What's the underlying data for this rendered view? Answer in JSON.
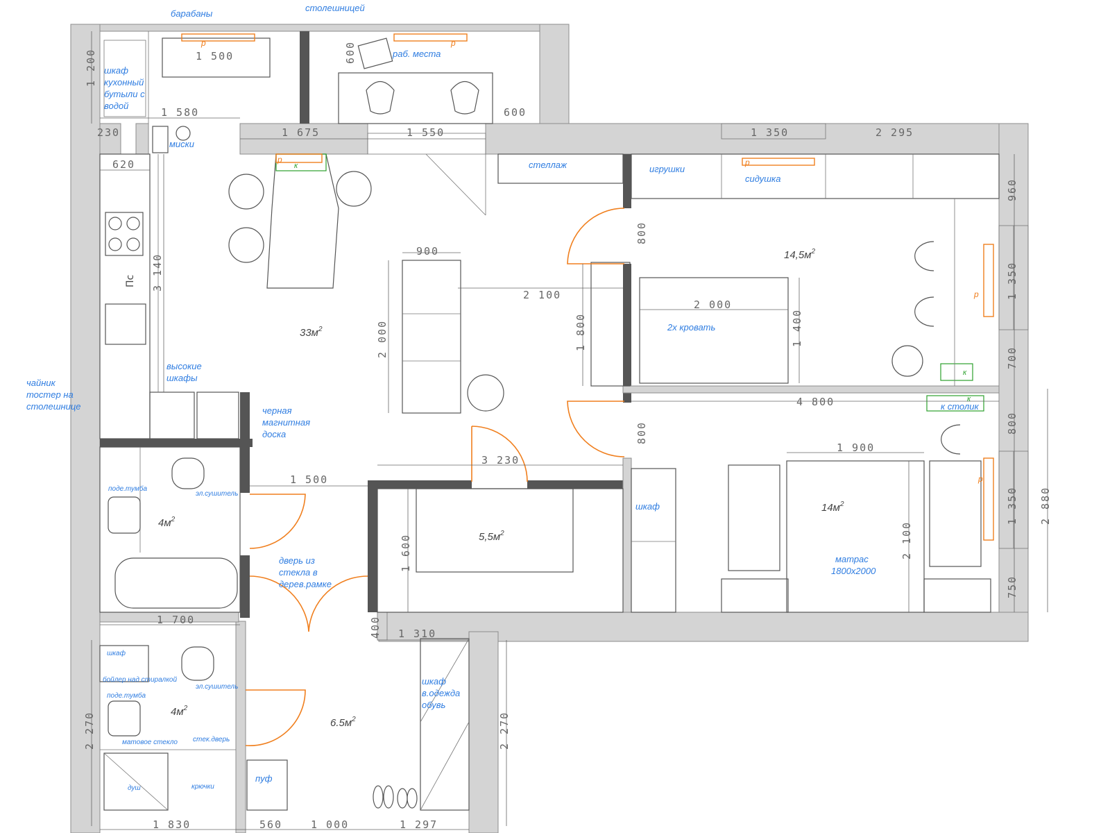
{
  "labels": {
    "drums": "барабаны",
    "countertop_top": "столешницей",
    "workplaces": "раб. места",
    "cabinet_kitchen": [
      "шкаф",
      "кухонный",
      "бутыли с",
      "водой"
    ],
    "bowls": "миски",
    "rack": "стеллаж",
    "toys": "игрушки",
    "seat": "сидушка",
    "tall_cabinets": [
      "высокие",
      "шкафы"
    ],
    "kettle": [
      "чайник",
      "тостер на",
      "столешнице"
    ],
    "magnetic_board": [
      "черная",
      "магнитная",
      "доска"
    ],
    "bed": "2х кровать",
    "stool": "к столик",
    "wardrobe": "шкаф",
    "mattress": [
      "матрас",
      "1800х2000"
    ],
    "vanity_1": "поде.тумба",
    "dryer_1": "эл.сушитель",
    "glass_door": [
      "дверь из",
      "стекла в",
      "дерев.рамке"
    ],
    "cabinet_small": "шкаф",
    "boiler": "бойлер над стиралкой",
    "vanity_2": "поде.тумба",
    "dryer_2": "эл.сушитель",
    "frosted_glass": "матовое стекло",
    "glass_door_2": "стек.дверь",
    "shower": "душ",
    "hooks": "крючки",
    "pouf": "пуф",
    "hall_wardrobe": [
      "шкаф",
      "в.одежда",
      "обувь"
    ],
    "plate": "Пс"
  },
  "areas": {
    "living": "33м",
    "bedroom_kids": "14,5м",
    "bedroom": "14м",
    "bath_1": "4м",
    "bath_2": "4м",
    "storage": "5,5м",
    "hall": "6.5м",
    "sup": "2"
  },
  "marks": {
    "radiator": "р",
    "k": "к"
  },
  "dims": {
    "d1200": "1 200",
    "d1500a": "1 500",
    "d600a": "600",
    "d1580": "1 580",
    "d600b": "600",
    "d230": "230",
    "d1675": "1 675",
    "d1550": "1 550",
    "d1350a": "1 350",
    "d2295": "2 295",
    "d620": "620",
    "d960": "960",
    "d3140": "3 140",
    "d900": "900",
    "d800a": "800",
    "d2100a": "2 100",
    "d2000a": "2 000",
    "d1800": "1 800",
    "d2000b": "2 000",
    "d1400": "1 400",
    "d1350b": "1 350",
    "d700": "700",
    "d4800": "4 800",
    "d800b": "800",
    "d800c": "800",
    "d3230": "3 230",
    "d1500b": "1 500",
    "d1900": "1 900",
    "d1350c": "1 350",
    "d2880": "2 880",
    "d1600": "1 600",
    "d2100b": "2 100",
    "d750": "750",
    "d1700": "1 700",
    "d400": "400",
    "d1310": "1 310",
    "d2270a": "2 270",
    "d2270b": "2 270",
    "d1830": "1 830",
    "d560": "560",
    "d1000": "1 000",
    "d1297": "1 297"
  }
}
